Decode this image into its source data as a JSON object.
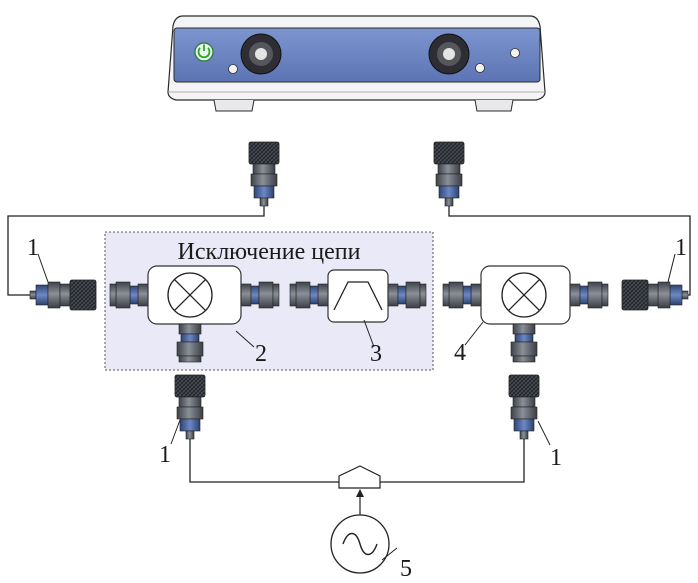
{
  "diagram": {
    "region_title": "Исключение цепи",
    "callouts": {
      "adapter_left_top": "1",
      "adapter_right_top": "1",
      "adapter_left_bottom": "1",
      "adapter_right_bottom": "1",
      "tee_left": "2",
      "filter": "3",
      "tee_right": "4",
      "source": "5"
    }
  },
  "colors": {
    "connector_metal": "#5b5f68",
    "connector_blue": "#4c67a3",
    "analyzer_panel": "#6d86c2",
    "region_fill": "#e9e9f7",
    "power_led": "#2fa33a"
  }
}
